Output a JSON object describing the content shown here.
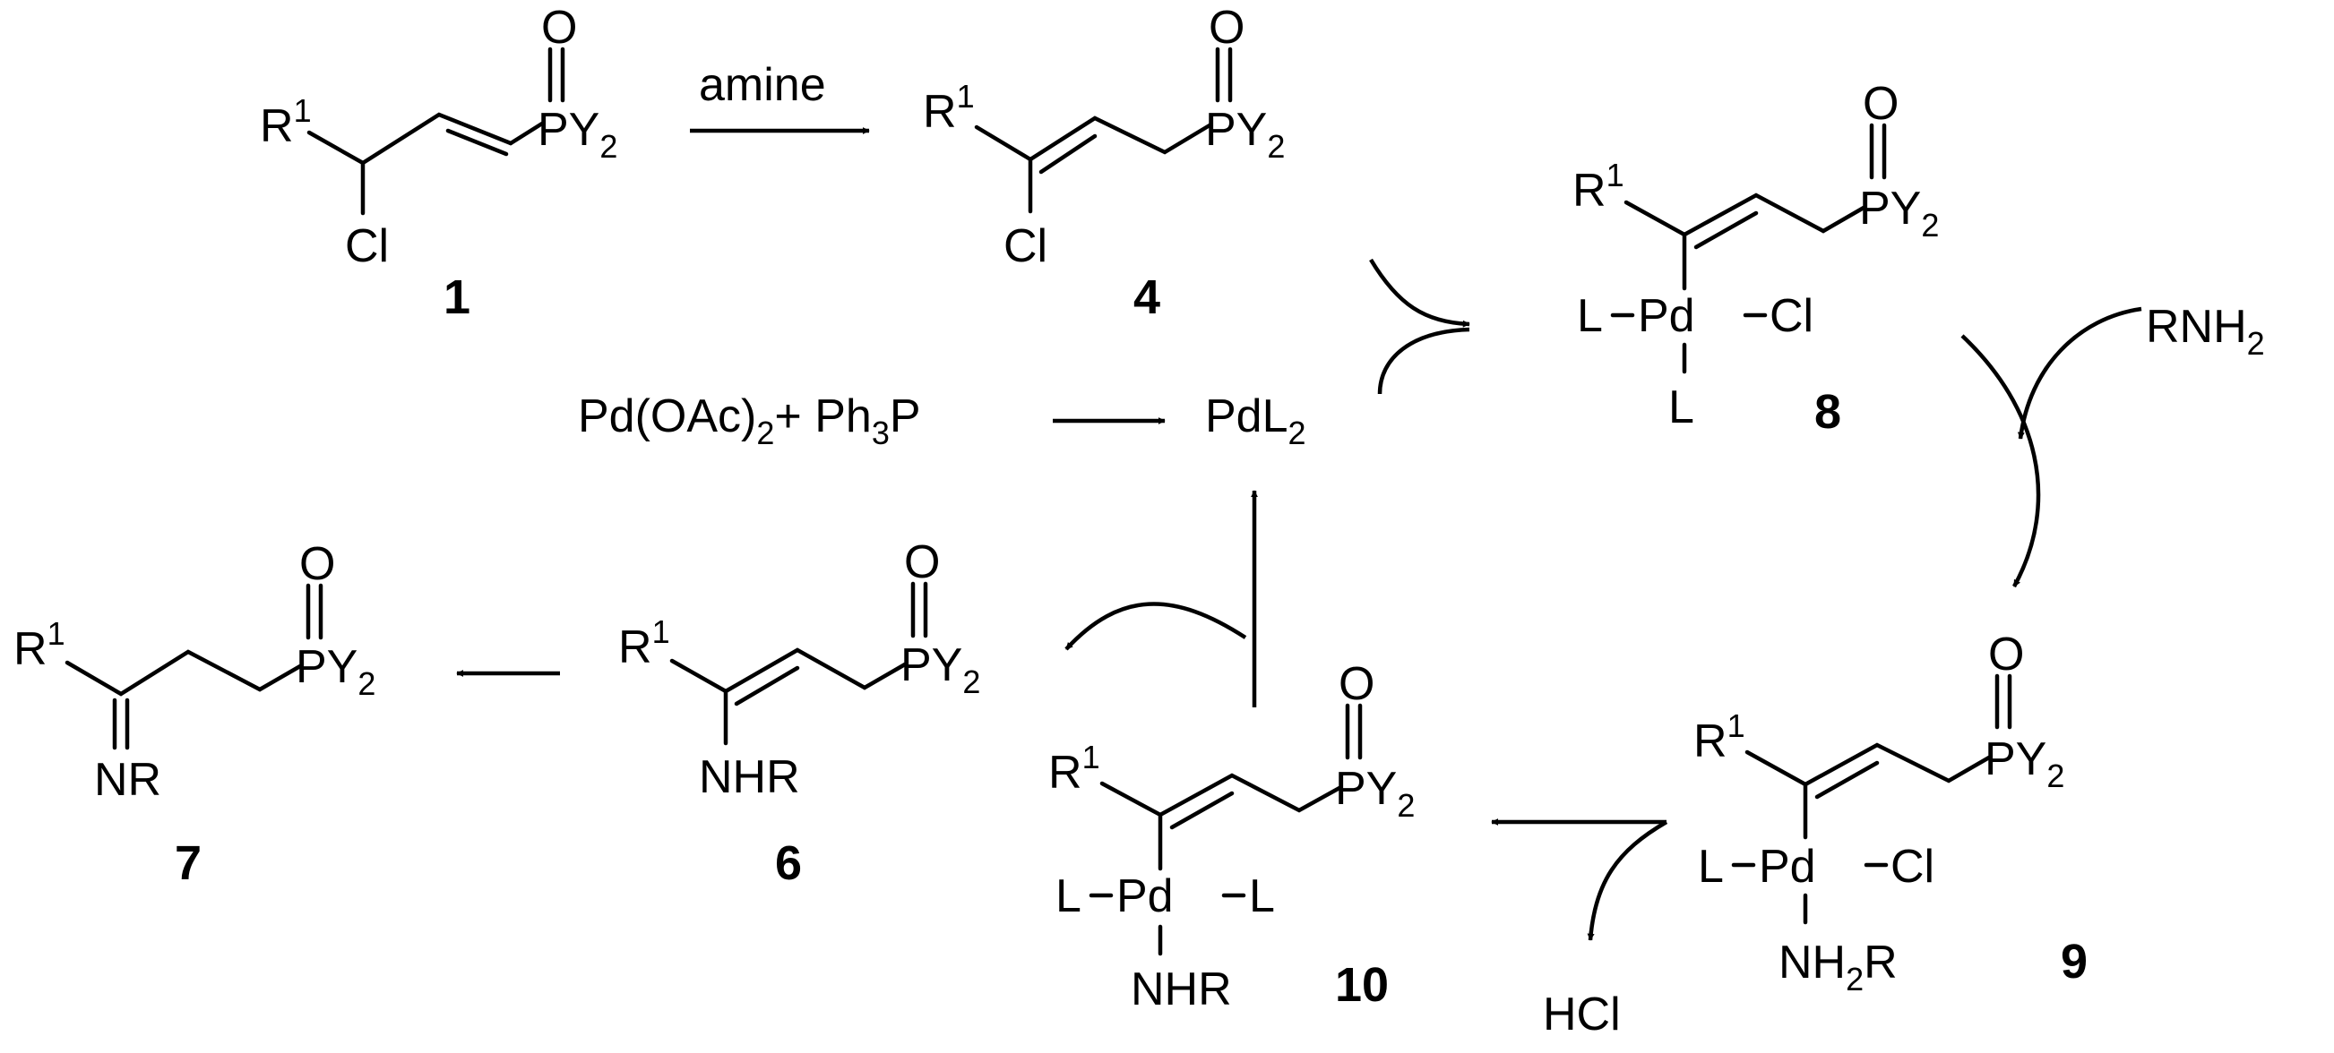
{
  "reagents": {
    "amine": "amine",
    "rnh2": "RNH",
    "rnh2_sub": "2",
    "hcl": "HCl",
    "pd_oac": "Pd(OAc)",
    "pd_oac_sub": "2",
    "plus_ph": "+ Ph",
    "ph_sub": "3",
    "ph_p": "P",
    "pdl": "PdL",
    "pdl_sub": "2"
  },
  "atoms": {
    "R": "R",
    "R_sup": "1",
    "O": "O",
    "PY": "PY",
    "PY_sub": "2",
    "Cl": "Cl",
    "L": "L",
    "Pd": "Pd",
    "NHR": "NHR",
    "NR": "NR",
    "NH": "NH",
    "NH_sub": "2",
    "NH_R": "R"
  },
  "compounds": {
    "c1": "1",
    "c4": "4",
    "c6": "6",
    "c7": "7",
    "c8": "8",
    "c9": "9",
    "c10": "10"
  }
}
